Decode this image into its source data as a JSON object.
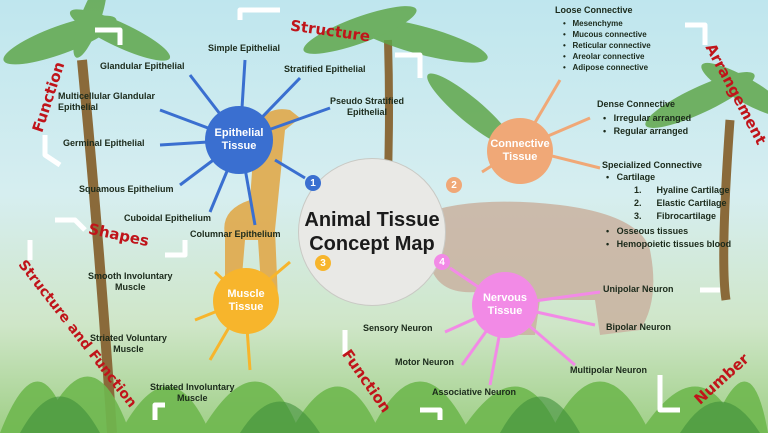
{
  "title": "Animal Tissue\nConcept Map",
  "numbers": [
    "1",
    "2",
    "3",
    "4"
  ],
  "epithelial": {
    "label": "Epithelial\nTissue",
    "types": [
      "Simple Epithelial",
      "Stratified Epithelial",
      "Pseudo Stratified\nEpithelial",
      "Glandular Epithelial",
      "Multicellular Glandular\nEpithelial",
      "Germinal Epithelial",
      "Squamous Epithelium",
      "Cuboidal Epithelium",
      "Columnar Epithelium"
    ]
  },
  "connective": {
    "label": "Connective\nTissue",
    "loose_title": "Loose Connective",
    "loose_items": [
      "Mesenchyme",
      "Mucous connective",
      "Reticular connective",
      "Areolar connective",
      "Adipose connective"
    ],
    "dense_title": "Dense Connective",
    "dense_items": [
      "Irregular arranged",
      "Regular arranged"
    ],
    "special_title": "Specialized Connective",
    "cartilage": "Cartilage",
    "cartilage_items": [
      "1.      Hyaline Cartilage",
      "2.      Elastic Cartilage",
      "3.      Fibrocartilage"
    ],
    "special_items": [
      "Osseous tissues",
      "Hemopoietic tissues blood"
    ]
  },
  "muscle": {
    "label": "Muscle\nTissue",
    "types": [
      "Smooth Involuntary\nMuscle",
      "Striated Voluntary\nMuscle",
      "Striated Involuntary\nMuscle"
    ]
  },
  "nervous": {
    "label": "Nervous\nTissue",
    "types": [
      "Sensory Neuron",
      "Motor Neuron",
      "Associative Neuron",
      "Unipolar Neuron",
      "Bipolar Neuron",
      "Multipolar Neuron"
    ]
  },
  "categories": [
    "Structure",
    "Function",
    "Shapes",
    "Structure and Function",
    "Function",
    "Arrangement",
    "Number"
  ],
  "colors": {
    "epithelial": "#3a6fd0",
    "connective": "#f0a877",
    "muscle": "#f7b52c",
    "nervous": "#f28ae6",
    "red": "#c0141a"
  }
}
